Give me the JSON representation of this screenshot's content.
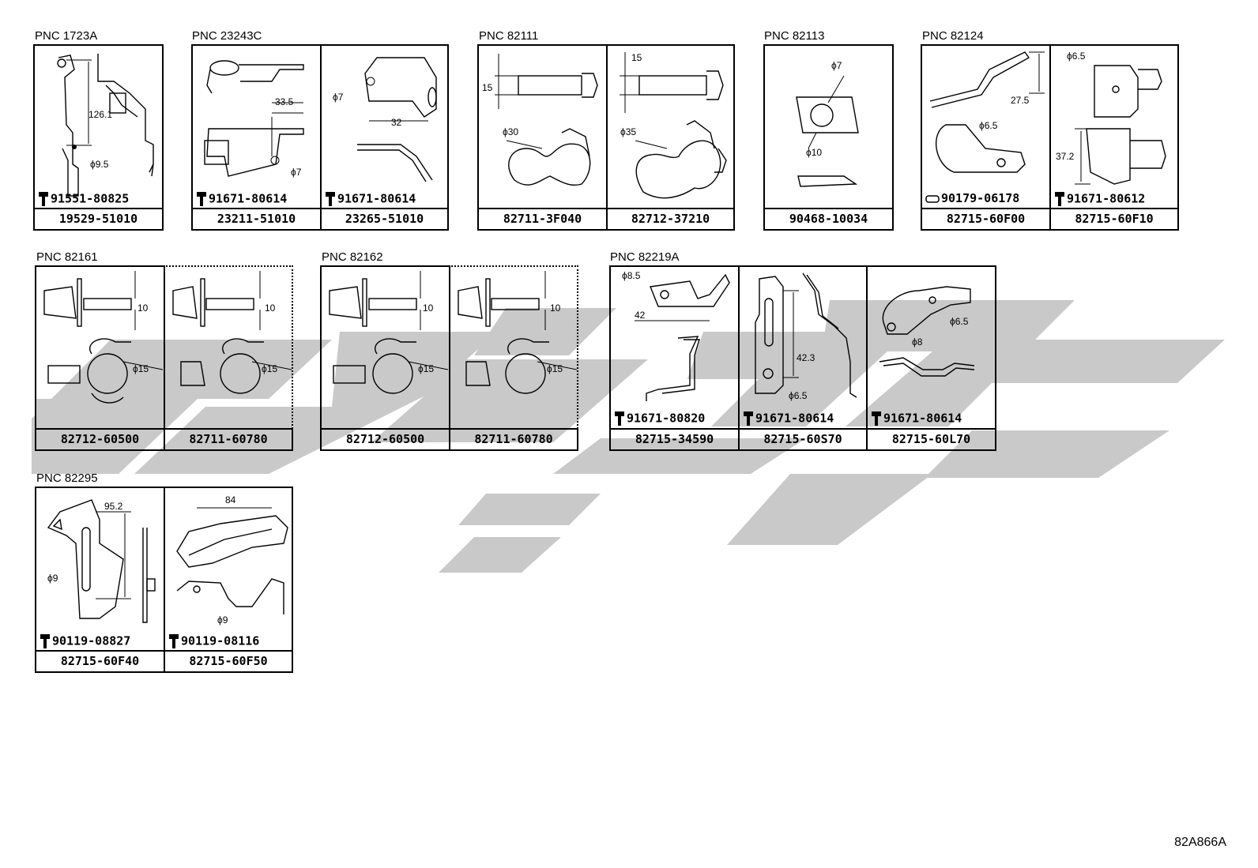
{
  "groups": [
    {
      "pnc": "PNC 1723A",
      "cells": [
        {
          "bolt": "91551-80825",
          "part": "19529-51010",
          "dims": [
            "126.1",
            "ϕ9.5"
          ]
        }
      ]
    },
    {
      "pnc": "PNC 23243C",
      "cells": [
        {
          "bolt": "91671-80614",
          "part": "23211-51010",
          "dims": [
            "33.5",
            "ϕ7"
          ]
        },
        {
          "bolt": "91671-80614",
          "part": "23265-51010",
          "dims": [
            "ϕ7",
            "32"
          ]
        }
      ]
    },
    {
      "pnc": "PNC 82111",
      "cells": [
        {
          "part": "82711-3F040",
          "dims": [
            "15",
            "ϕ30"
          ]
        },
        {
          "part": "82712-37210",
          "dims": [
            "15",
            "ϕ35"
          ]
        }
      ]
    },
    {
      "pnc": "PNC 82113",
      "cells": [
        {
          "part": "90468-10034",
          "dims": [
            "ϕ7",
            "ϕ10"
          ]
        }
      ]
    },
    {
      "pnc": "PNC 82124",
      "cells": [
        {
          "bolt": "90179-06178",
          "part": "82715-60F00",
          "dims": [
            "27.5",
            "ϕ6.5"
          ]
        },
        {
          "bolt": "91671-80612",
          "part": "82715-60F10",
          "dims": [
            "ϕ6.5",
            "37.2"
          ]
        }
      ]
    },
    {
      "pnc": "PNC 82161",
      "cells": [
        {
          "part": "82712-60500",
          "dims": [
            "10",
            "ϕ15"
          ]
        },
        {
          "part": "82711-60780",
          "dims": [
            "10",
            "ϕ15"
          ]
        }
      ]
    },
    {
      "pnc": "PNC 82162",
      "cells": [
        {
          "part": "82712-60500",
          "dims": [
            "10",
            "ϕ15"
          ]
        },
        {
          "part": "82711-60780",
          "dims": [
            "10",
            "ϕ15"
          ]
        }
      ]
    },
    {
      "pnc": "PNC 82219A",
      "cells": [
        {
          "bolt": "91671-80820",
          "part": "82715-34590",
          "dims": [
            "ϕ8.5",
            "42"
          ]
        },
        {
          "bolt": "91671-80614",
          "part": "82715-60S70",
          "dims": [
            "42.3",
            "ϕ6.5"
          ]
        },
        {
          "bolt": "91671-80614",
          "part": "82715-60L70",
          "dims": [
            "ϕ6.5",
            "ϕ8"
          ]
        }
      ]
    },
    {
      "pnc": "PNC 82295",
      "cells": [
        {
          "bolt": "90119-08827",
          "part": "82715-60F40",
          "dims": [
            "95.2",
            "ϕ9"
          ]
        },
        {
          "bolt": "90119-08116",
          "part": "82715-60F50",
          "dims": [
            "84",
            "ϕ9"
          ]
        }
      ]
    }
  ],
  "ref": "82A866A",
  "colors": {
    "watermark": "#c8c8c8",
    "line": "#000000"
  }
}
